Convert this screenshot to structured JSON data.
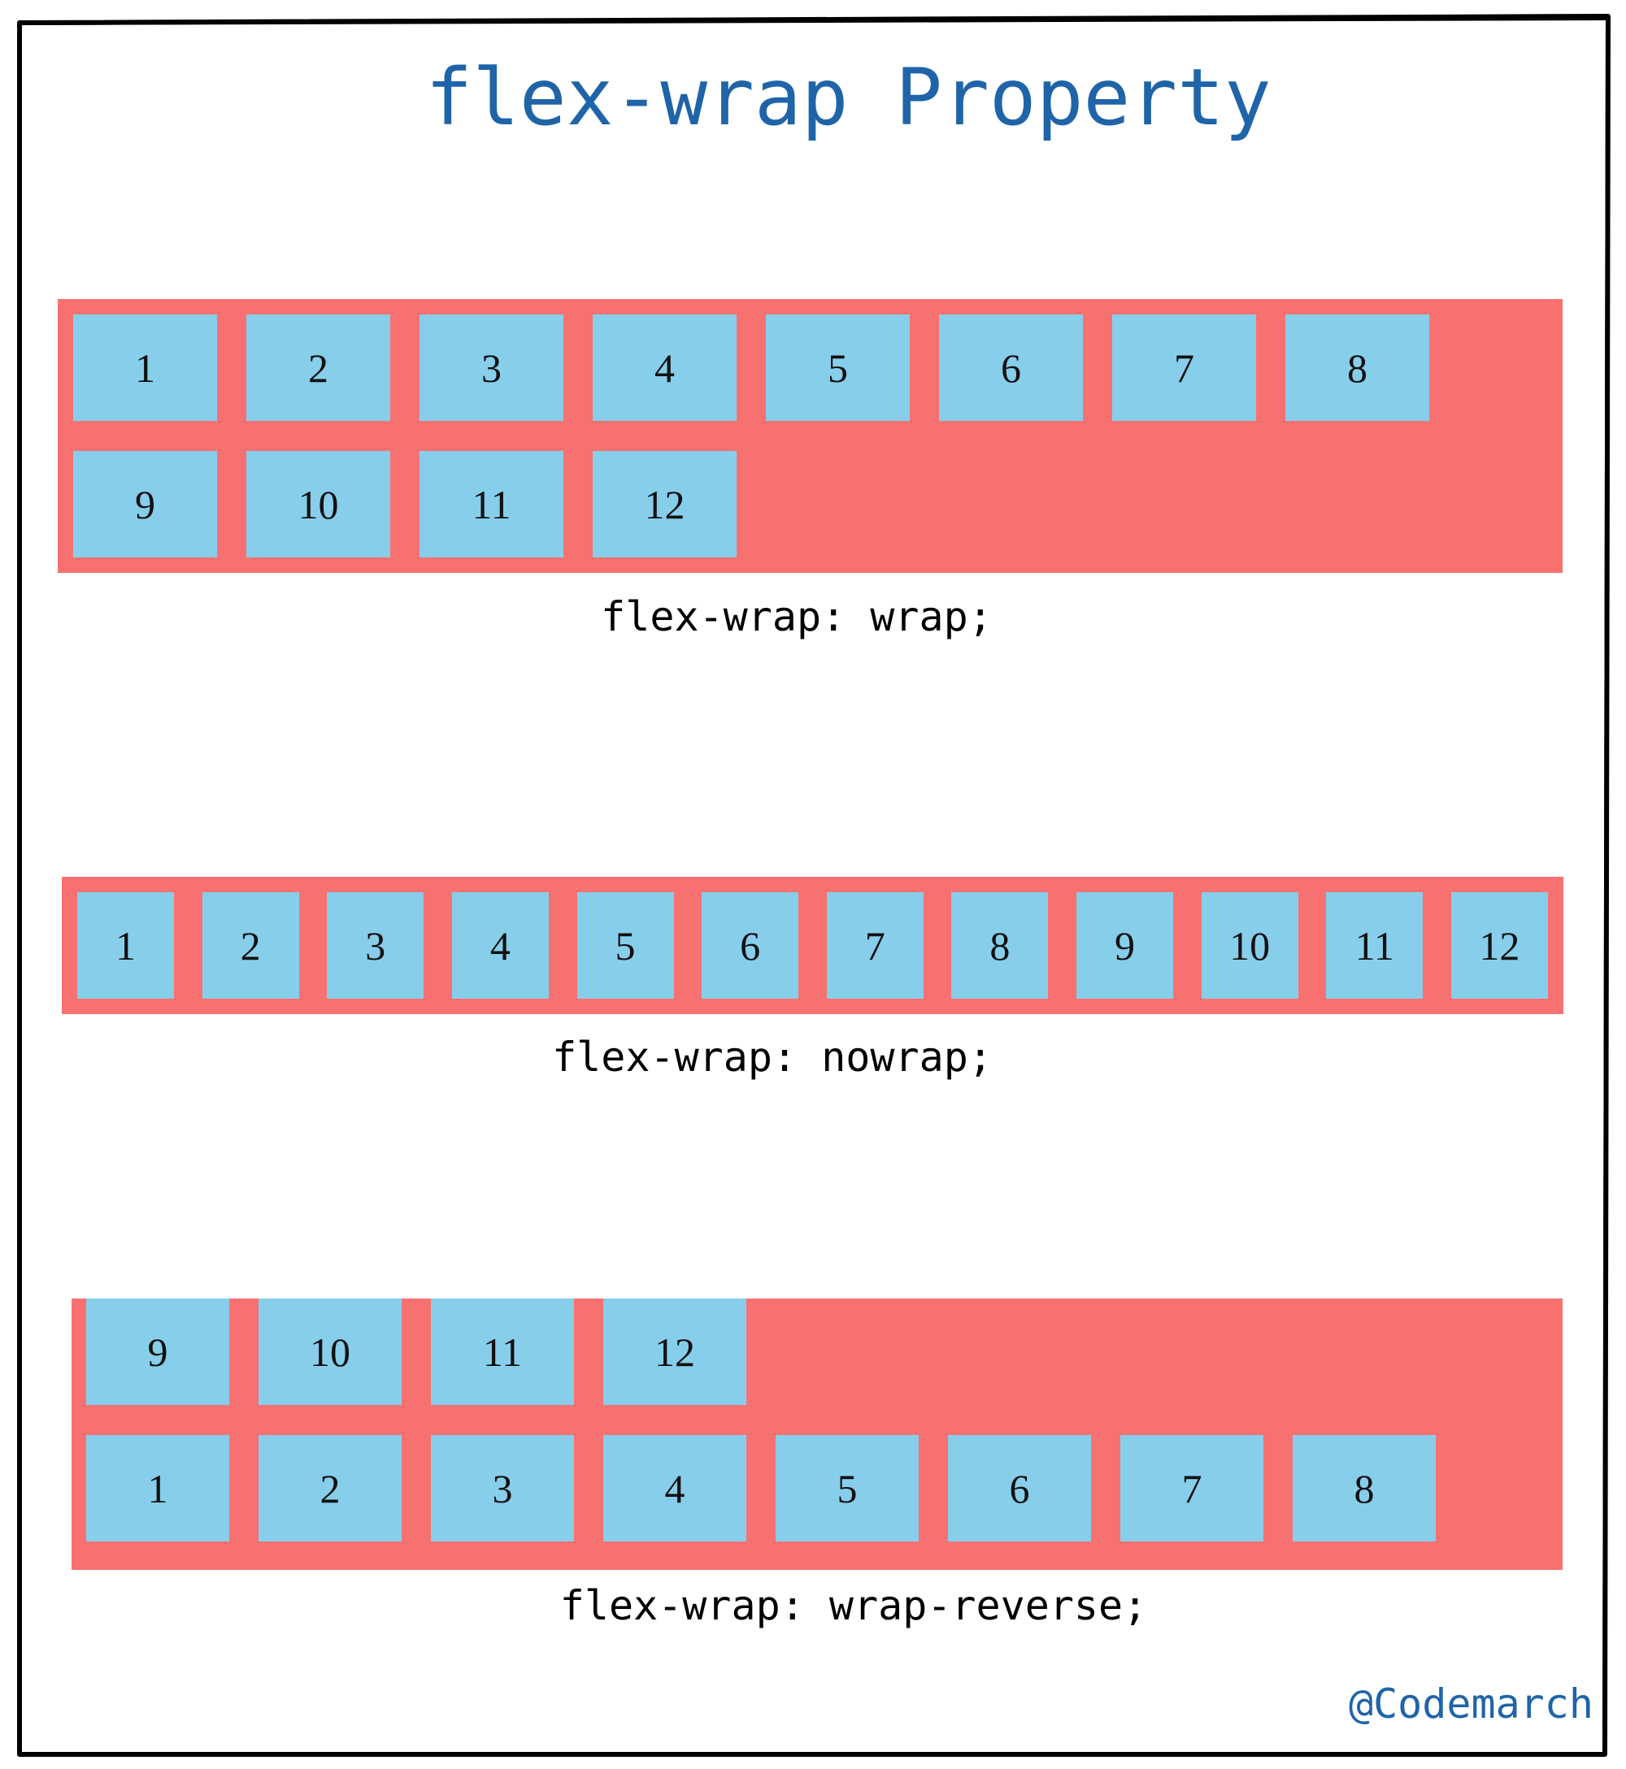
{
  "title": "flex-wrap Property",
  "examples": [
    {
      "id": "wrap",
      "caption": "flex-wrap: wrap;",
      "items": [
        "1",
        "2",
        "3",
        "4",
        "5",
        "6",
        "7",
        "8",
        "9",
        "10",
        "11",
        "12"
      ]
    },
    {
      "id": "nowrap",
      "caption": "flex-wrap: nowrap;",
      "items": [
        "1",
        "2",
        "3",
        "4",
        "5",
        "6",
        "7",
        "8",
        "9",
        "10",
        "11",
        "12"
      ]
    },
    {
      "id": "wrap-reverse",
      "caption": "flex-wrap: wrap-reverse;",
      "items": [
        "1",
        "2",
        "3",
        "4",
        "5",
        "6",
        "7",
        "8",
        "9",
        "10",
        "11",
        "12"
      ]
    }
  ],
  "signature": "@Codemarch",
  "colors": {
    "title": "#1f64a8",
    "container": "#f87171",
    "item": "#87ceeb",
    "border": "#000000"
  }
}
